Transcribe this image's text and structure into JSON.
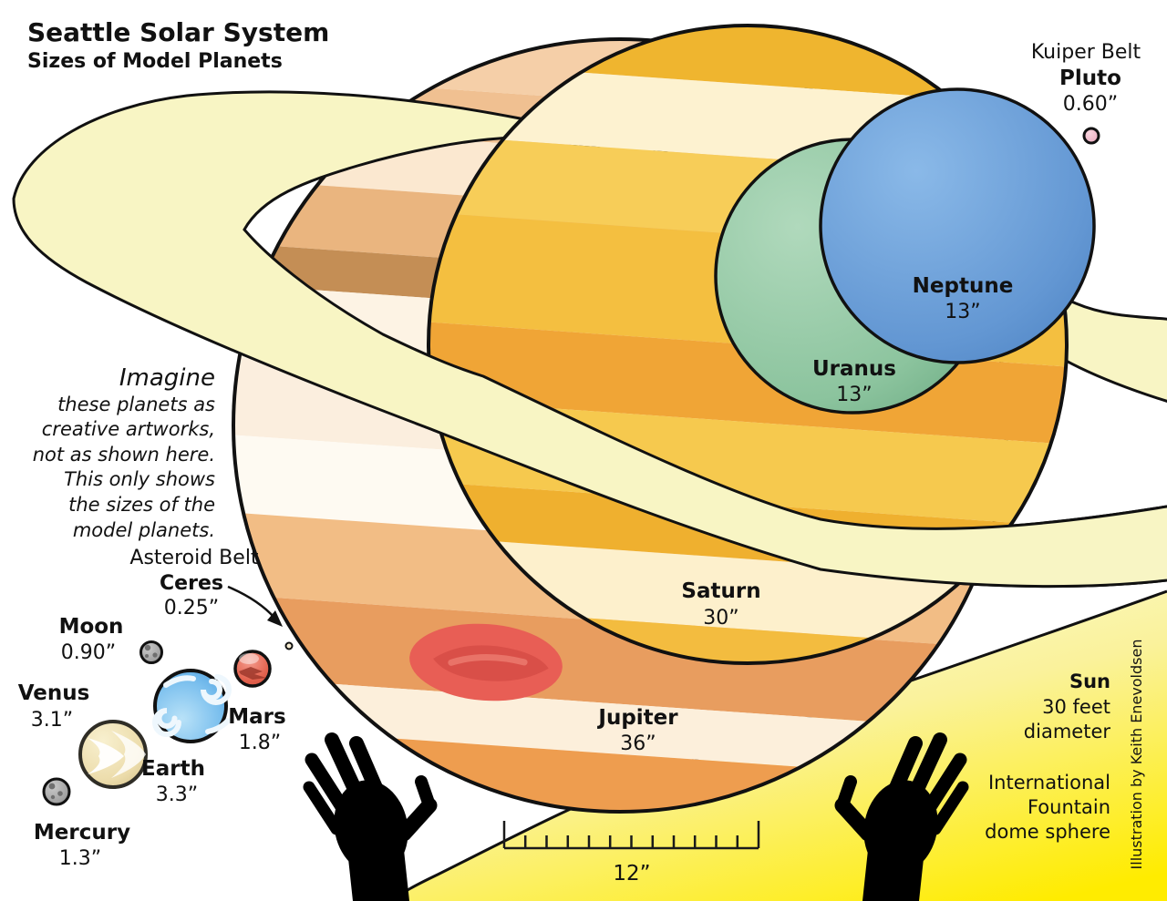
{
  "title": {
    "line1": "Seattle Solar System",
    "line2": "Sizes of Model Planets"
  },
  "note": {
    "lines": [
      "Imagine",
      "these planets as",
      "creative artworks,",
      "not as shown here.",
      "This only shows",
      "the sizes of the",
      "model planets."
    ]
  },
  "kuiper": {
    "region": "Kuiper Belt",
    "name": "Pluto",
    "size": "0.60”"
  },
  "asteroid": {
    "region": "Asteroid Belt",
    "name": "Ceres",
    "size": "0.25”"
  },
  "planets": {
    "jupiter": {
      "name": "Jupiter",
      "size": "36”"
    },
    "saturn": {
      "name": "Saturn",
      "size": "30”"
    },
    "uranus": {
      "name": "Uranus",
      "size": "13”"
    },
    "neptune": {
      "name": "Neptune",
      "size": "13”"
    },
    "earth": {
      "name": "Earth",
      "size": "3.3”"
    },
    "venus": {
      "name": "Venus",
      "size": "3.1”"
    },
    "mars": {
      "name": "Mars",
      "size": "1.8”"
    },
    "mercury": {
      "name": "Mercury",
      "size": "1.3”"
    },
    "moon": {
      "name": "Moon",
      "size": "0.90”"
    }
  },
  "sun": {
    "name": "Sun",
    "line2": "30 feet",
    "line3": "diameter",
    "line4": "International",
    "line5": "Fountain",
    "line6": "dome sphere"
  },
  "ruler": {
    "label": "12”"
  },
  "credit": "Illustration by Keith Enevoldsen",
  "colors": {
    "ring": "#f8f5c4",
    "saturn_gold": "#f4bf40",
    "saturn_orange_band": "#f0a536",
    "saturn_cream_band": "#fdf2d0",
    "jupiter_peach": "#f4c897",
    "jupiter_dark_tan": "#c48e55",
    "jupiter_orange": "#e89d5f",
    "red_spot": "#e85e55",
    "uranus_green": "#7db695",
    "neptune_blue": "#5d92cf",
    "pluto_pink": "#f2bdcb",
    "earth_blue": "#63b0e8",
    "venus_cream": "#ead9a8",
    "mars_red": "#dd5f4f",
    "moon_gray": "#a9a9a9",
    "sun_yellow": "#ffec00",
    "outline": "#111111"
  }
}
